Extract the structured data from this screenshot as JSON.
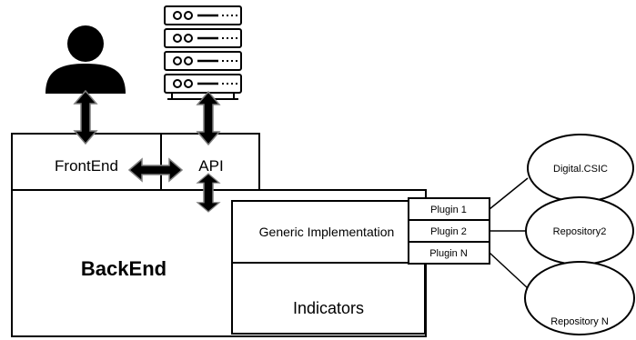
{
  "diagram": {
    "frontend_label": "FrontEnd",
    "api_label": "API",
    "backend_label": "BackEnd",
    "generic_label": "Generic Implementation",
    "indicators_label": "Indicators",
    "plugins": [
      "Plugin 1",
      "Plugin 2",
      "Plugin N"
    ],
    "repositories": [
      "Digital.CSIC",
      "Repository2",
      "Repository N"
    ],
    "icons": {
      "user": "user-icon",
      "server": "server-rack-icon",
      "arrow": "double-arrow-icon"
    },
    "colors": {
      "line": "#000000",
      "fill": "#000000",
      "arrow_outline": "#7f7f7f",
      "background": "#ffffff"
    }
  }
}
